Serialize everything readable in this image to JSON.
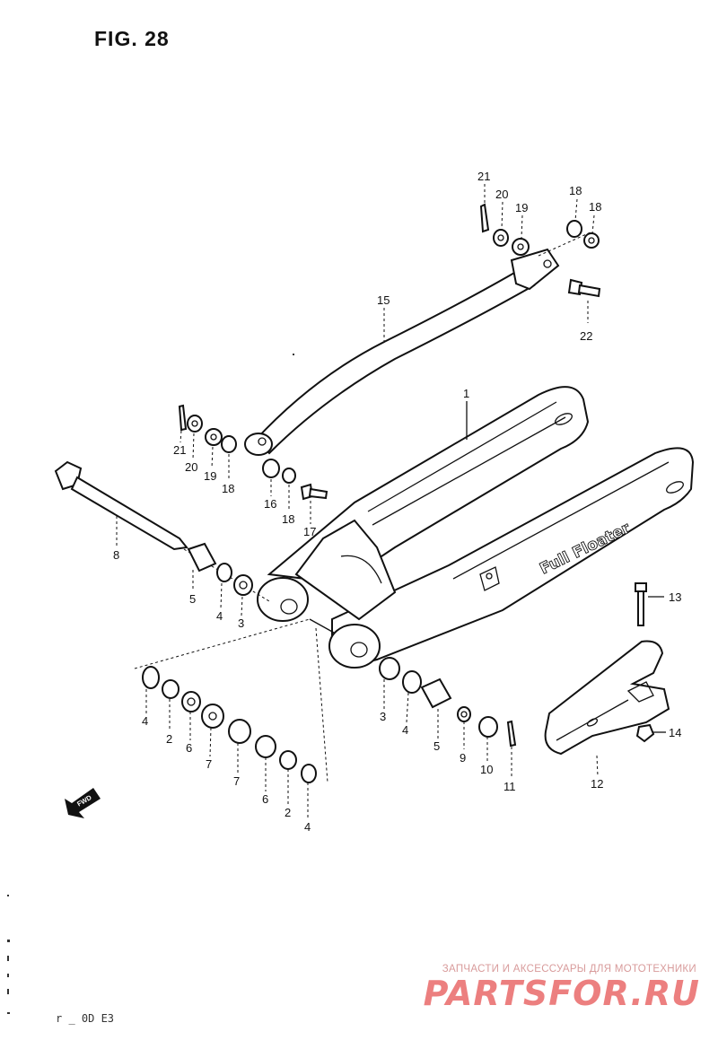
{
  "figure": {
    "title": "FIG. 28",
    "footer_code": "r  _ 0D E3"
  },
  "watermark": {
    "caption": "ЗАПЧАСТИ И АКСЕССУАРЫ ДЛЯ МОТОТЕХНИКИ",
    "brand": "PARTSFOR.RU"
  },
  "arm_decal": "Full Floater",
  "direction_arrow": {
    "label": "FWD",
    "icon": "forward-arrow-icon"
  },
  "callouts": [
    {
      "id": "c-21a",
      "text": "21"
    },
    {
      "id": "c-20a",
      "text": "20"
    },
    {
      "id": "c-19a",
      "text": "19"
    },
    {
      "id": "c-18a",
      "text": "18"
    },
    {
      "id": "c-18b",
      "text": "18"
    },
    {
      "id": "c-22",
      "text": "22"
    },
    {
      "id": "c-15",
      "text": "15"
    },
    {
      "id": "c-1",
      "text": "1"
    },
    {
      "id": "c-21b",
      "text": "21"
    },
    {
      "id": "c-20b",
      "text": "20"
    },
    {
      "id": "c-19b",
      "text": "19"
    },
    {
      "id": "c-18c",
      "text": "18"
    },
    {
      "id": "c-16",
      "text": "16"
    },
    {
      "id": "c-18d",
      "text": "18"
    },
    {
      "id": "c-17",
      "text": "17"
    },
    {
      "id": "c-8",
      "text": "8"
    },
    {
      "id": "c-5a",
      "text": "5"
    },
    {
      "id": "c-4a",
      "text": "4"
    },
    {
      "id": "c-3a",
      "text": "3"
    },
    {
      "id": "c-13",
      "text": "13"
    },
    {
      "id": "c-4b",
      "text": "4"
    },
    {
      "id": "c-2a",
      "text": "2"
    },
    {
      "id": "c-6a",
      "text": "6"
    },
    {
      "id": "c-7a",
      "text": "7"
    },
    {
      "id": "c-7b",
      "text": "7"
    },
    {
      "id": "c-6b",
      "text": "6"
    },
    {
      "id": "c-2b",
      "text": "2"
    },
    {
      "id": "c-4c",
      "text": "4"
    },
    {
      "id": "c-3b",
      "text": "3"
    },
    {
      "id": "c-4d",
      "text": "4"
    },
    {
      "id": "c-5b",
      "text": "5"
    },
    {
      "id": "c-9",
      "text": "9"
    },
    {
      "id": "c-10",
      "text": "10"
    },
    {
      "id": "c-11",
      "text": "11"
    },
    {
      "id": "c-14",
      "text": "14"
    },
    {
      "id": "c-12",
      "text": "12"
    }
  ]
}
